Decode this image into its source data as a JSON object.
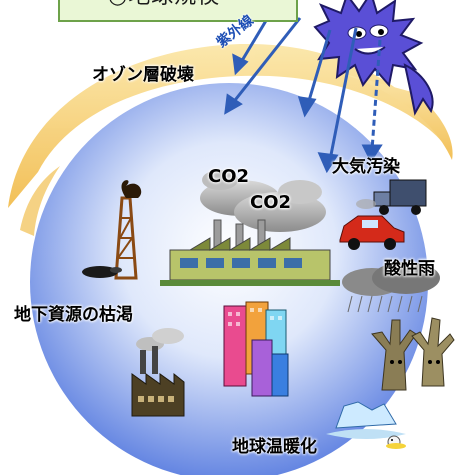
{
  "header": {
    "title": "○地球規模"
  },
  "rays": {
    "label": "紫外線"
  },
  "labels": {
    "ozone": "オゾン層破壊",
    "air_pollution": "大気汚染",
    "co2_1": "CO2",
    "co2_2": "CO2",
    "acid_rain": "酸性雨",
    "resource_depletion": "地下資源の枯渇",
    "global_warming": "地球温暖化"
  },
  "colors": {
    "globe_center": "#ffffff",
    "globe_edge": "#5b7ee0",
    "ozone_band": "#f4c766",
    "ray_arrow": "#2f5db8",
    "villain": "#5a4fd6",
    "title_bg": "#eaf7d6",
    "title_border": "#6da24a"
  },
  "icons": [
    "sun-villain-icon",
    "oil-derrick-icon",
    "factory-icon",
    "car-icon",
    "truck-icon",
    "dead-tree-icon",
    "building-icon",
    "iceberg-icon"
  ]
}
